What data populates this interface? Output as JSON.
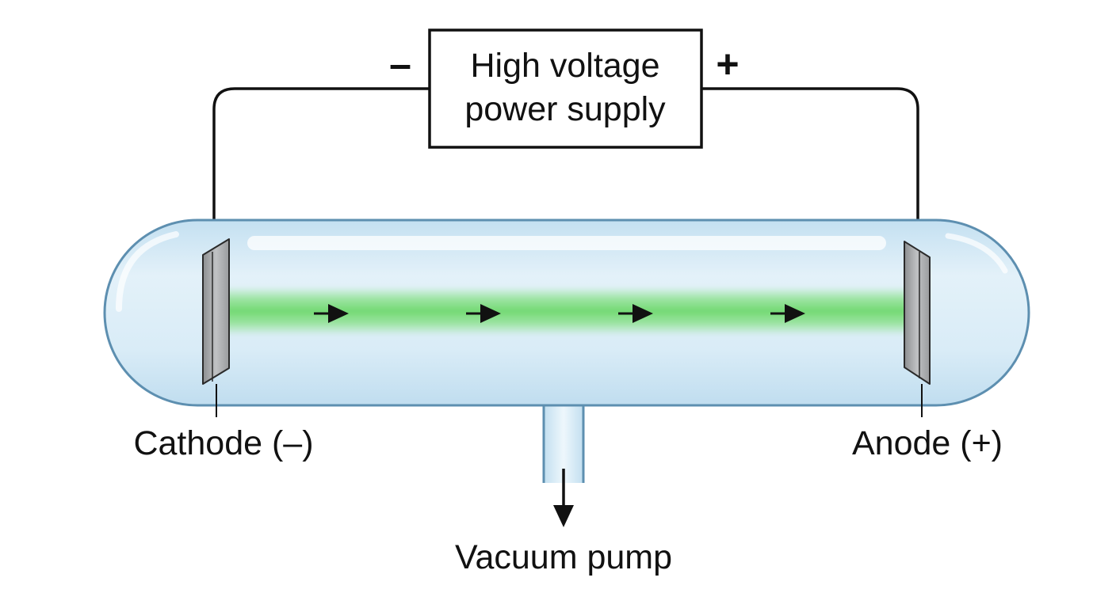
{
  "power_supply": {
    "line1": "High voltage",
    "line2": "power supply",
    "negative_sign": "–",
    "positive_sign": "+"
  },
  "labels": {
    "cathode": "Cathode (–)",
    "anode": "Anode (+)",
    "vacuum_pump": "Vacuum pump"
  },
  "beam": {
    "arrow_count": 4,
    "color": "#7be07b"
  },
  "colors": {
    "glass_fill": "#d6ebf6",
    "glass_stroke": "#5d8fb0",
    "electrode": "#a7a9ab",
    "wire": "#111111"
  }
}
